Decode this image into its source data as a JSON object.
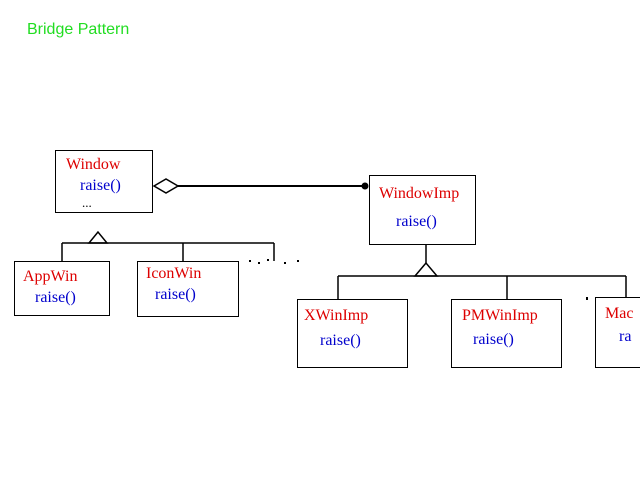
{
  "title": "Bridge Pattern",
  "colors": {
    "title": "#22dd22",
    "class_name": "#dd0000",
    "operation": "#0000cc"
  },
  "classes": {
    "window": {
      "name": "Window",
      "op": "raise()",
      "more": "..."
    },
    "appwin": {
      "name": "AppWin",
      "op": "raise()"
    },
    "iconwin": {
      "name": "IconWin",
      "op": "raise()"
    },
    "windowimp": {
      "name": "WindowImp",
      "op": "raise()"
    },
    "xwinimp": {
      "name": "XWinImp",
      "op": "raise()"
    },
    "pmwinimp": {
      "name": "PMWinImp",
      "op": "raise()"
    },
    "mac": {
      "name": "Mac",
      "op": "ra"
    }
  }
}
